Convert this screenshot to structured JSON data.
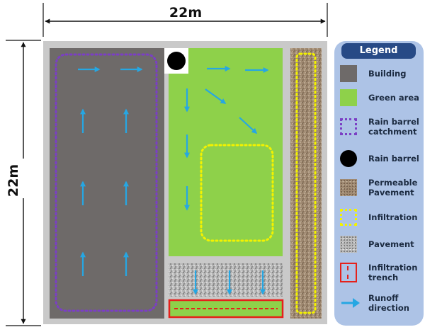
{
  "dimensions": {
    "width_label": "22m",
    "height_label": "22m"
  },
  "legend": {
    "title": "Legend",
    "items": [
      {
        "label": "Building",
        "icon": "building-swatch",
        "color": "#6e6a69"
      },
      {
        "label": "Green area",
        "icon": "green-area-swatch",
        "color": "#8ed14a"
      },
      {
        "label": "Rain barrel catchment",
        "icon": "purple-dotted-box",
        "color": "#7b3fc4"
      },
      {
        "label": "Rain barrel",
        "icon": "black-circle",
        "color": "#000000"
      },
      {
        "label": "Permeable Pavement",
        "icon": "permeable-pavement-texture",
        "color": "#a08a72"
      },
      {
        "label": "Infiltration",
        "icon": "yellow-dotted-box",
        "color": "#f3f200"
      },
      {
        "label": "Pavement",
        "icon": "pavement-texture",
        "color": "#b9b9b9"
      },
      {
        "label": "Infiltration trench",
        "icon": "red-box-dashed",
        "color": "#e5211b"
      },
      {
        "label": "Runoff direction",
        "icon": "blue-arrow",
        "color": "#26a7e3"
      }
    ]
  }
}
